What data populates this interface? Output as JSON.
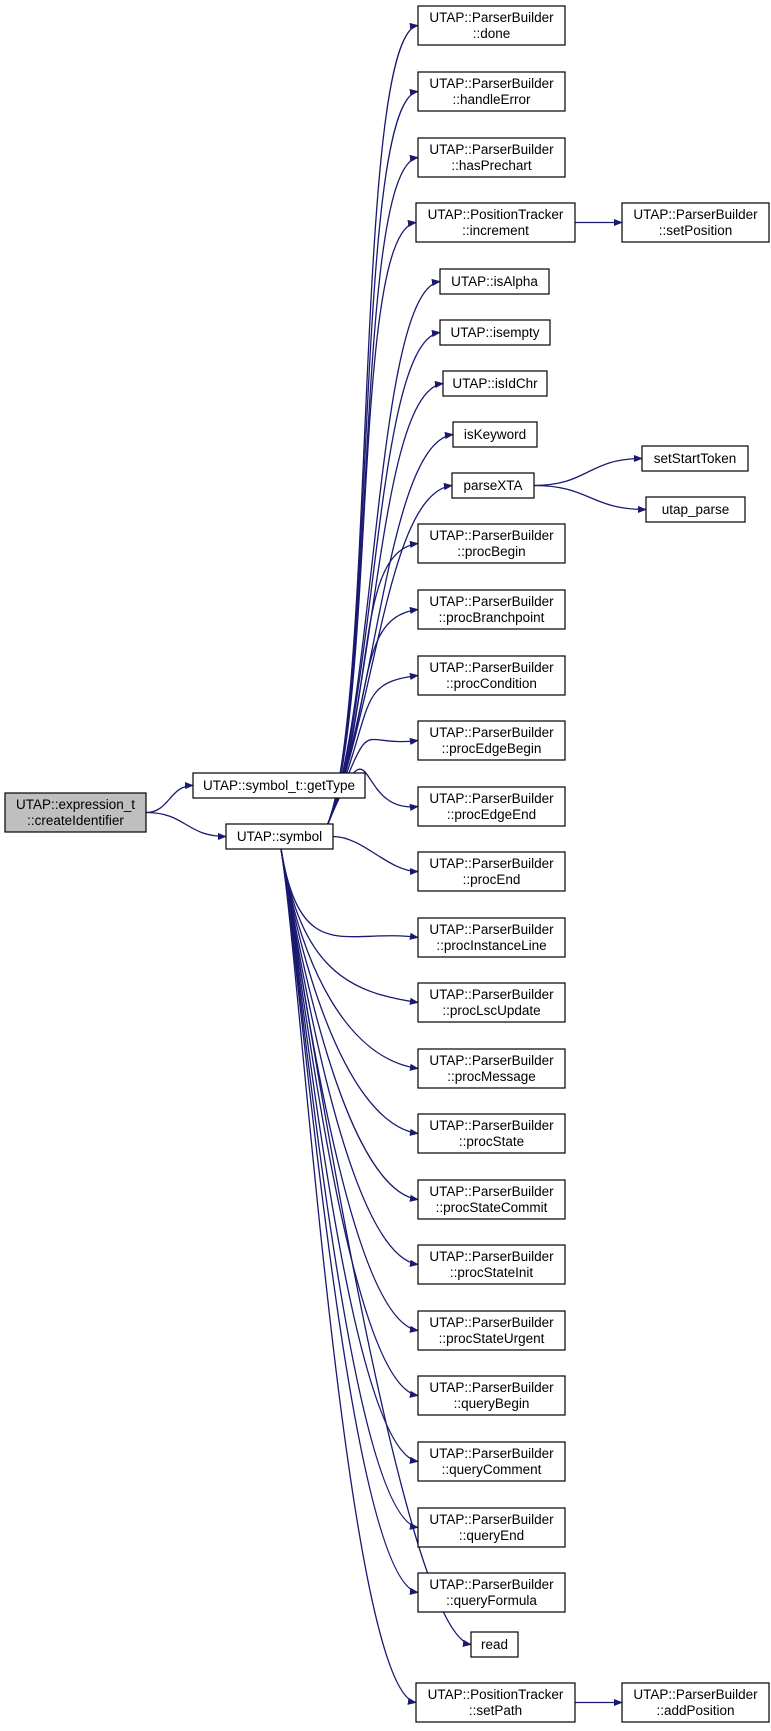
{
  "graph": {
    "nodes": [
      {
        "id": "createIdentifier",
        "lines": [
          "UTAP::expression_t",
          "::createIdentifier"
        ],
        "root": true
      },
      {
        "id": "getType",
        "lines": [
          "UTAP::symbol_t::getType"
        ]
      },
      {
        "id": "symbol",
        "lines": [
          "UTAP::symbol"
        ]
      },
      {
        "id": "done",
        "lines": [
          "UTAP::ParserBuilder",
          "::done"
        ]
      },
      {
        "id": "handleError",
        "lines": [
          "UTAP::ParserBuilder",
          "::handleError"
        ]
      },
      {
        "id": "hasPrechart",
        "lines": [
          "UTAP::ParserBuilder",
          "::hasPrechart"
        ]
      },
      {
        "id": "increment",
        "lines": [
          "UTAP::PositionTracker",
          "::increment"
        ]
      },
      {
        "id": "setPosition",
        "lines": [
          "UTAP::ParserBuilder",
          "::setPosition"
        ]
      },
      {
        "id": "isAlpha",
        "lines": [
          "UTAP::isAlpha"
        ]
      },
      {
        "id": "isempty",
        "lines": [
          "UTAP::isempty"
        ]
      },
      {
        "id": "isIdChr",
        "lines": [
          "UTAP::isIdChr"
        ]
      },
      {
        "id": "isKeyword",
        "lines": [
          "isKeyword"
        ]
      },
      {
        "id": "parseXTA",
        "lines": [
          "parseXTA"
        ]
      },
      {
        "id": "setStartToken",
        "lines": [
          "setStartToken"
        ]
      },
      {
        "id": "utap_parse",
        "lines": [
          "utap_parse"
        ]
      },
      {
        "id": "procBegin",
        "lines": [
          "UTAP::ParserBuilder",
          "::procBegin"
        ]
      },
      {
        "id": "procBranchpoint",
        "lines": [
          "UTAP::ParserBuilder",
          "::procBranchpoint"
        ]
      },
      {
        "id": "procCondition",
        "lines": [
          "UTAP::ParserBuilder",
          "::procCondition"
        ]
      },
      {
        "id": "procEdgeBegin",
        "lines": [
          "UTAP::ParserBuilder",
          "::procEdgeBegin"
        ]
      },
      {
        "id": "procEdgeEnd",
        "lines": [
          "UTAP::ParserBuilder",
          "::procEdgeEnd"
        ]
      },
      {
        "id": "procEnd",
        "lines": [
          "UTAP::ParserBuilder",
          "::procEnd"
        ]
      },
      {
        "id": "procInstanceLine",
        "lines": [
          "UTAP::ParserBuilder",
          "::procInstanceLine"
        ]
      },
      {
        "id": "procLscUpdate",
        "lines": [
          "UTAP::ParserBuilder",
          "::procLscUpdate"
        ]
      },
      {
        "id": "procMessage",
        "lines": [
          "UTAP::ParserBuilder",
          "::procMessage"
        ]
      },
      {
        "id": "procState",
        "lines": [
          "UTAP::ParserBuilder",
          "::procState"
        ]
      },
      {
        "id": "procStateCommit",
        "lines": [
          "UTAP::ParserBuilder",
          "::procStateCommit"
        ]
      },
      {
        "id": "procStateInit",
        "lines": [
          "UTAP::ParserBuilder",
          "::procStateInit"
        ]
      },
      {
        "id": "procStateUrgent",
        "lines": [
          "UTAP::ParserBuilder",
          "::procStateUrgent"
        ]
      },
      {
        "id": "queryBegin",
        "lines": [
          "UTAP::ParserBuilder",
          "::queryBegin"
        ]
      },
      {
        "id": "queryComment",
        "lines": [
          "UTAP::ParserBuilder",
          "::queryComment"
        ]
      },
      {
        "id": "queryEnd",
        "lines": [
          "UTAP::ParserBuilder",
          "::queryEnd"
        ]
      },
      {
        "id": "queryFormula",
        "lines": [
          "UTAP::ParserBuilder",
          "::queryFormula"
        ]
      },
      {
        "id": "read",
        "lines": [
          "read"
        ]
      },
      {
        "id": "setPath",
        "lines": [
          "UTAP::PositionTracker",
          "::setPath"
        ]
      },
      {
        "id": "addPosition",
        "lines": [
          "UTAP::ParserBuilder",
          "::addPosition"
        ]
      }
    ],
    "edges": [
      {
        "from": "createIdentifier",
        "to": "getType"
      },
      {
        "from": "createIdentifier",
        "to": "symbol"
      },
      {
        "from": "symbol",
        "to": "done"
      },
      {
        "from": "symbol",
        "to": "handleError"
      },
      {
        "from": "symbol",
        "to": "hasPrechart"
      },
      {
        "from": "symbol",
        "to": "increment"
      },
      {
        "from": "symbol",
        "to": "isAlpha"
      },
      {
        "from": "symbol",
        "to": "isempty"
      },
      {
        "from": "symbol",
        "to": "isIdChr"
      },
      {
        "from": "symbol",
        "to": "isKeyword"
      },
      {
        "from": "symbol",
        "to": "parseXTA"
      },
      {
        "from": "symbol",
        "to": "procBegin"
      },
      {
        "from": "symbol",
        "to": "procBranchpoint"
      },
      {
        "from": "symbol",
        "to": "procCondition"
      },
      {
        "from": "symbol",
        "to": "procEdgeBegin"
      },
      {
        "from": "symbol",
        "to": "procEdgeEnd"
      },
      {
        "from": "symbol",
        "to": "procEnd"
      },
      {
        "from": "symbol",
        "to": "procInstanceLine"
      },
      {
        "from": "symbol",
        "to": "procLscUpdate"
      },
      {
        "from": "symbol",
        "to": "procMessage"
      },
      {
        "from": "symbol",
        "to": "procState"
      },
      {
        "from": "symbol",
        "to": "procStateCommit"
      },
      {
        "from": "symbol",
        "to": "procStateInit"
      },
      {
        "from": "symbol",
        "to": "procStateUrgent"
      },
      {
        "from": "symbol",
        "to": "queryBegin"
      },
      {
        "from": "symbol",
        "to": "queryComment"
      },
      {
        "from": "symbol",
        "to": "queryEnd"
      },
      {
        "from": "symbol",
        "to": "queryFormula"
      },
      {
        "from": "symbol",
        "to": "read"
      },
      {
        "from": "symbol",
        "to": "setPath"
      },
      {
        "from": "increment",
        "to": "setPosition"
      },
      {
        "from": "parseXTA",
        "to": "setStartToken"
      },
      {
        "from": "parseXTA",
        "to": "utap_parse"
      },
      {
        "from": "setPath",
        "to": "addPosition"
      }
    ],
    "colors": {
      "edge": "#191970",
      "root_fill": "#bfbfbf",
      "node_fill": "#ffffff",
      "node_stroke": "#000000"
    }
  }
}
